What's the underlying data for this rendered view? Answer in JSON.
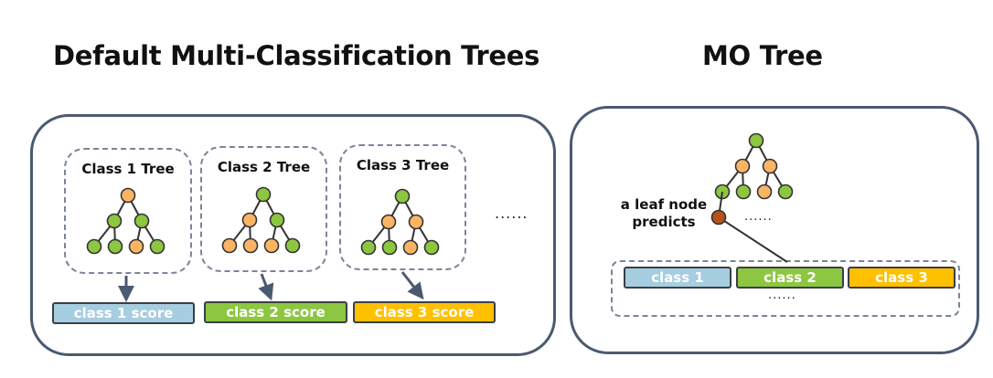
{
  "left": {
    "title": "Default Multi-Classification Trees",
    "trees": [
      {
        "label": "Class 1 Tree",
        "score_label": "class 1 score",
        "score_color": "#a6cde0",
        "nodes": [
          "orange",
          "green",
          "green",
          "green",
          "green",
          "orange",
          "green"
        ]
      },
      {
        "label": "Class 2 Tree",
        "score_label": "class 2 score",
        "score_color": "#8dc641",
        "nodes": [
          "green",
          "orange",
          "green",
          "orange",
          "orange",
          "orange",
          "green"
        ]
      },
      {
        "label": "Class 3 Tree",
        "score_label": "class 3 score",
        "score_color": "#ffc000",
        "nodes": [
          "green",
          "orange",
          "orange",
          "green",
          "green",
          "orange",
          "green"
        ]
      }
    ],
    "ellipsis": "......"
  },
  "right": {
    "title": "MO Tree",
    "tree_nodes": [
      "green",
      "orange",
      "orange",
      "green",
      "green",
      "orange",
      "green"
    ],
    "leaf_label_line1": "a leaf node",
    "leaf_label_line2": "predicts",
    "tree_ellipsis": "......",
    "outputs": [
      {
        "label": "class 1",
        "color": "#a6cde0"
      },
      {
        "label": "class 2",
        "color": "#8dc641"
      },
      {
        "label": "class 3",
        "color": "#ffc000"
      }
    ],
    "outputs_ellipsis": "......"
  },
  "colors": {
    "node_green": "#8dc641",
    "node_orange": "#fbb464",
    "leaf_node": "#b5511c",
    "panel_border": "#4a5a70",
    "arrow": "#4a5a70"
  }
}
